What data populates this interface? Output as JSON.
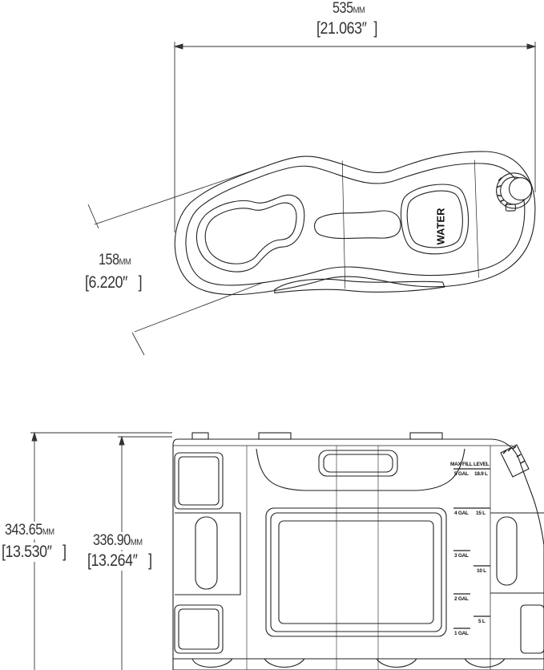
{
  "top_view": {
    "length_mm": "535",
    "length_in": "21.063″",
    "width_mm": "158",
    "width_in": "6.220″",
    "unit_mm": "MM",
    "embossed_label": "WATER"
  },
  "front_view": {
    "overall_height_mm": "343.65",
    "overall_height_in": "13.530″",
    "body_height_mm": "336.90",
    "body_height_in": "13.264″",
    "unit_mm": "MM",
    "fill_scale": {
      "title": "MAX FILL LEVEL",
      "gallons": [
        "5 GAL",
        "4 GAL",
        "3 GAL",
        "2 GAL",
        "1 GAL"
      ],
      "liters": [
        "18.9 L",
        "15 L",
        "10 L",
        "5 L"
      ]
    }
  },
  "colors": {
    "line": "#222222",
    "dim_line": "#333333",
    "background": "#ffffff"
  }
}
